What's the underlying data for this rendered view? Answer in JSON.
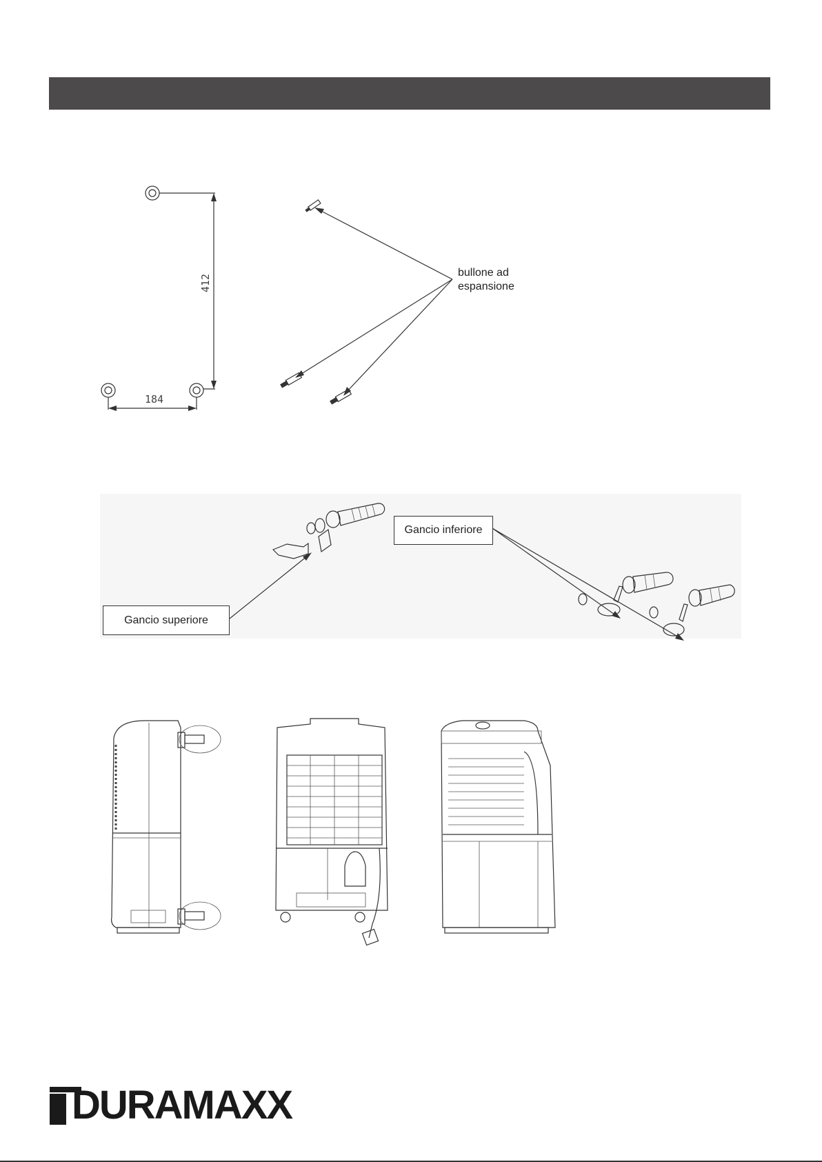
{
  "fig1": {
    "dim_vertical": "412",
    "dim_horizontal": "184",
    "callout": [
      "bullone ad",
      "espansione"
    ]
  },
  "fig2": {
    "callout_upper": "Gancio superiore",
    "callout_lower": "Gancio inferiore"
  },
  "footer": {
    "brand": "DURAMAXX"
  }
}
